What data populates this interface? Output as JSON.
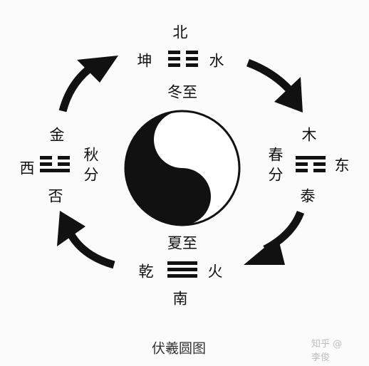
{
  "title": "伏羲圆图",
  "watermark": "知乎 @李俊",
  "top": {
    "direction": "北",
    "left_gua": "坤",
    "right_element": "水",
    "season": "冬至",
    "lines": [
      0,
      0,
      0
    ]
  },
  "right": {
    "element": "木",
    "season_1": "春",
    "season_2": "分",
    "direction": "东",
    "gua": "泰",
    "lines": [
      1,
      0,
      0
    ]
  },
  "bottom": {
    "season": "夏至",
    "left_gua": "乾",
    "right_element": "火",
    "direction": "南",
    "lines": [
      1,
      1,
      1
    ]
  },
  "left": {
    "element": "金",
    "direction": "西",
    "season_1": "秋",
    "season_2": "分",
    "gua": "否",
    "lines": [
      0,
      0,
      1
    ]
  },
  "colors": {
    "ink": "#111111",
    "background": "#fbfbfb"
  }
}
